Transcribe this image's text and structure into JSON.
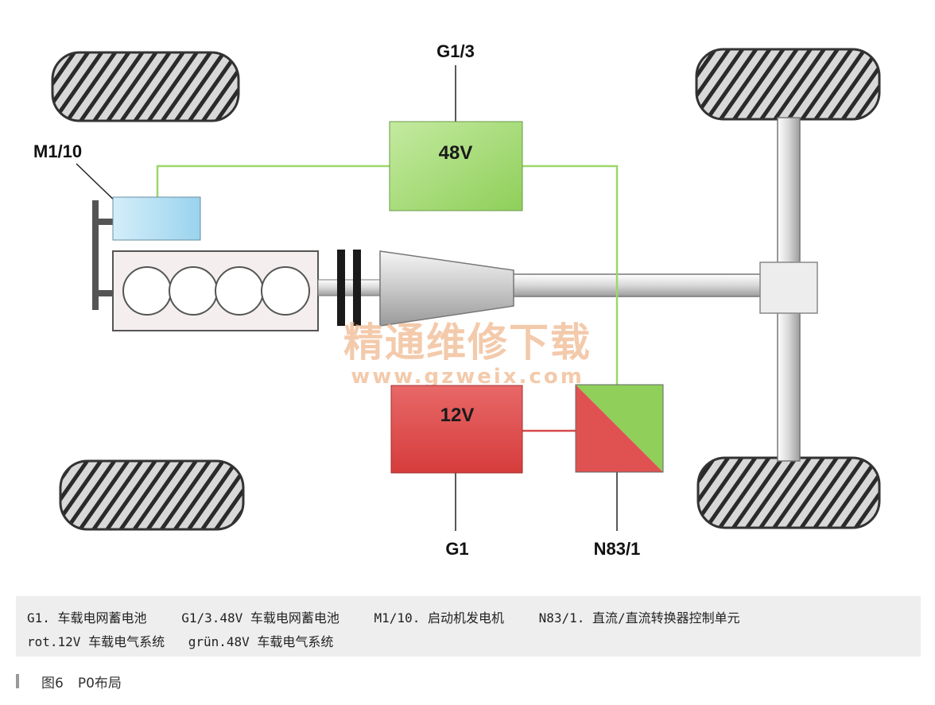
{
  "labels": {
    "g1_3": "G1/3",
    "m1_10": "M1/10",
    "g1": "G1",
    "n83_1": "N83/1"
  },
  "boxes": {
    "v48": "48V",
    "v12": "12V"
  },
  "watermark": {
    "line1": "精通维修下载",
    "line2": "www.gzweix.com"
  },
  "legend": {
    "row1": [
      "G1. 车载电网蓄电池",
      "G1/3.48V 车载电网蓄电池",
      "M1/10. 启动机发电机",
      "N83/1. 直流/直流转换器控制单元"
    ],
    "row2": [
      "rot.12V 车载电气系统",
      "grün.48V 车载电气系统"
    ]
  },
  "caption": {
    "figure": "图6",
    "title": "P0布局"
  },
  "colors": {
    "green_48v": "#a8d878",
    "red_12v": "#e04848",
    "blue_m110": "#a8d8f0",
    "green_line": "#9ad86a",
    "red_line": "#d84a4a"
  }
}
